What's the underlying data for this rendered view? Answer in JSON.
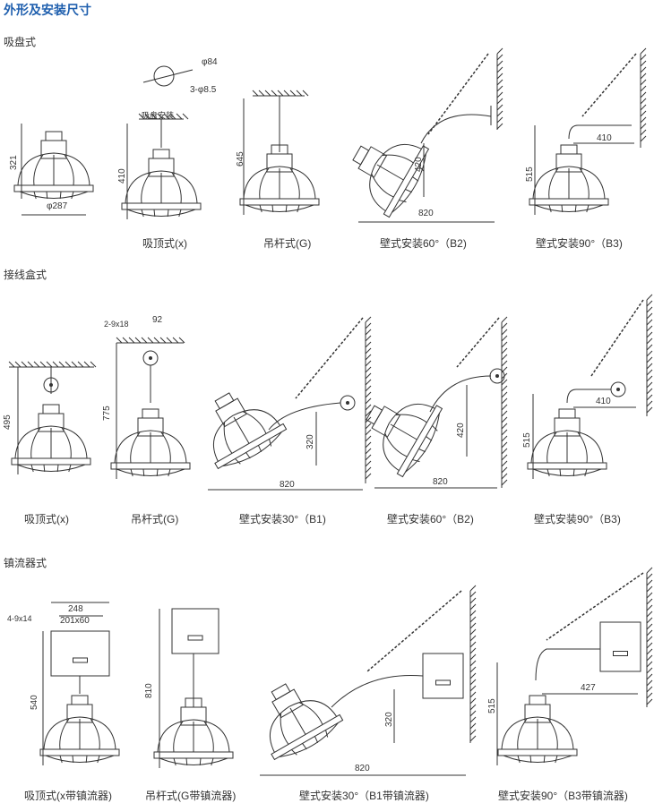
{
  "title": "外形及安装尺寸",
  "sections": [
    {
      "label": "吸盘式",
      "captions": [
        "吸顶式(x)",
        "吊杆式(G)",
        "壁式安装60°（B2)",
        "壁式安装90°（B3)"
      ],
      "dims": {
        "h1": "321",
        "d1": "φ287",
        "d2": "φ84",
        "holes": "3-φ8.5",
        "mount": "吸盘安装",
        "h2": "410",
        "h3": "645",
        "h4": "420",
        "w4": "820",
        "w5": "410",
        "h5": "515"
      }
    },
    {
      "label": "接线盒式",
      "captions": [
        "吸顶式(x)",
        "吊杆式(G)",
        "壁式安装30°（B1)",
        "壁式安装60°（B2)",
        "壁式安装90°（B3)"
      ],
      "dims": {
        "holes": "2-9x18",
        "w0": "92",
        "h1": "495",
        "h2": "775",
        "h3": "320",
        "w3": "820",
        "h4": "420",
        "w4": "820",
        "w5": "410",
        "h5": "515"
      }
    },
    {
      "label": "镇流器式",
      "captions": [
        "吸顶式(x带镇流器)",
        "吊杆式(G带镇流器)",
        "壁式安装30°（B1带镇流器)",
        "壁式安装90°（B3带镇流器)"
      ],
      "dims": {
        "w1": "248",
        "w2": "201x60",
        "holes": "4-9x14",
        "h1": "540",
        "h2": "810",
        "h3": "320",
        "w3": "820",
        "w4": "427",
        "h4": "515"
      }
    }
  ]
}
